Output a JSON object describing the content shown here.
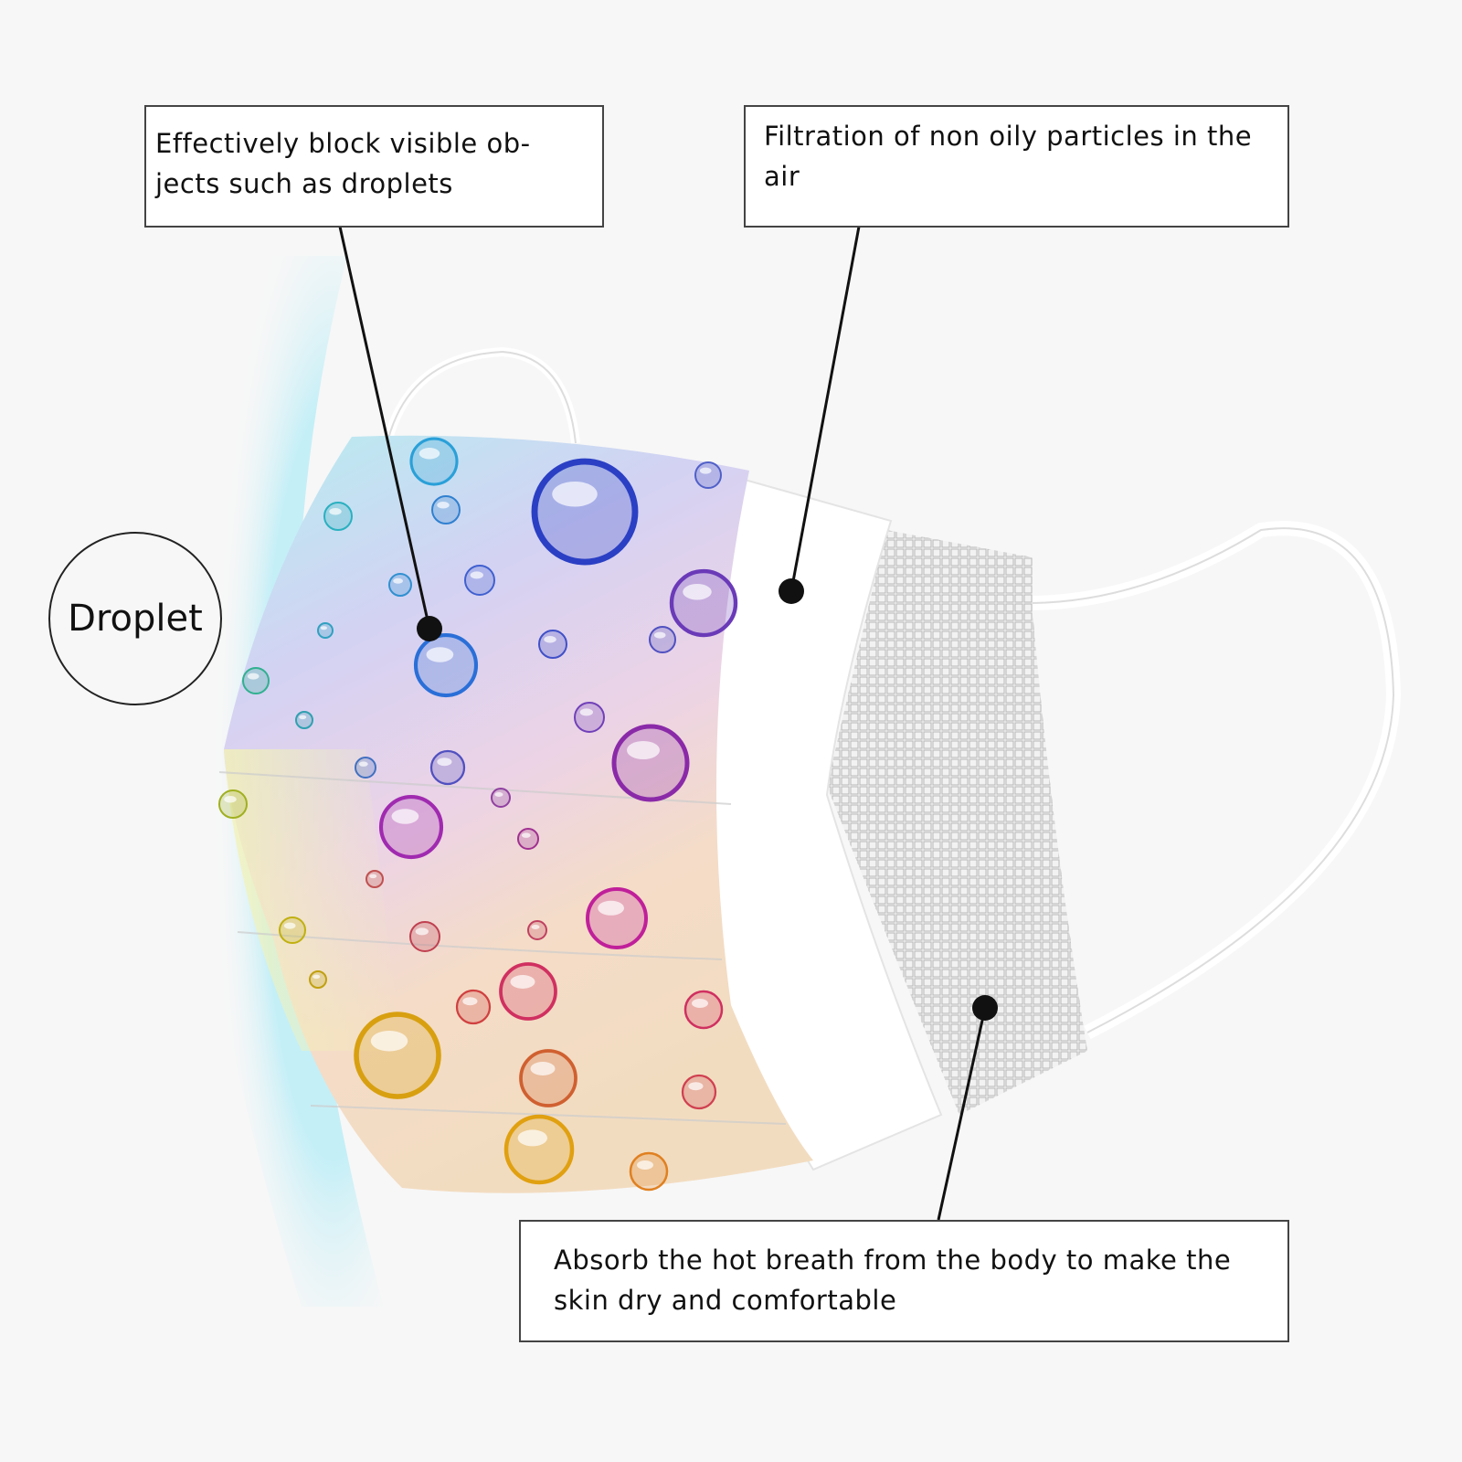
{
  "callouts": {
    "outer_layer": "Effectively block visible ob-jects such as droplets",
    "middle_layer": "Filtration of non oily particles in the air",
    "inner_layer": "Absorb the hot breath from the body to make the skin dry and comfortable"
  },
  "droplet_label": "Droplet",
  "colors": {
    "glow": "#bfeef7",
    "border": "#444444",
    "line": "#111111"
  }
}
